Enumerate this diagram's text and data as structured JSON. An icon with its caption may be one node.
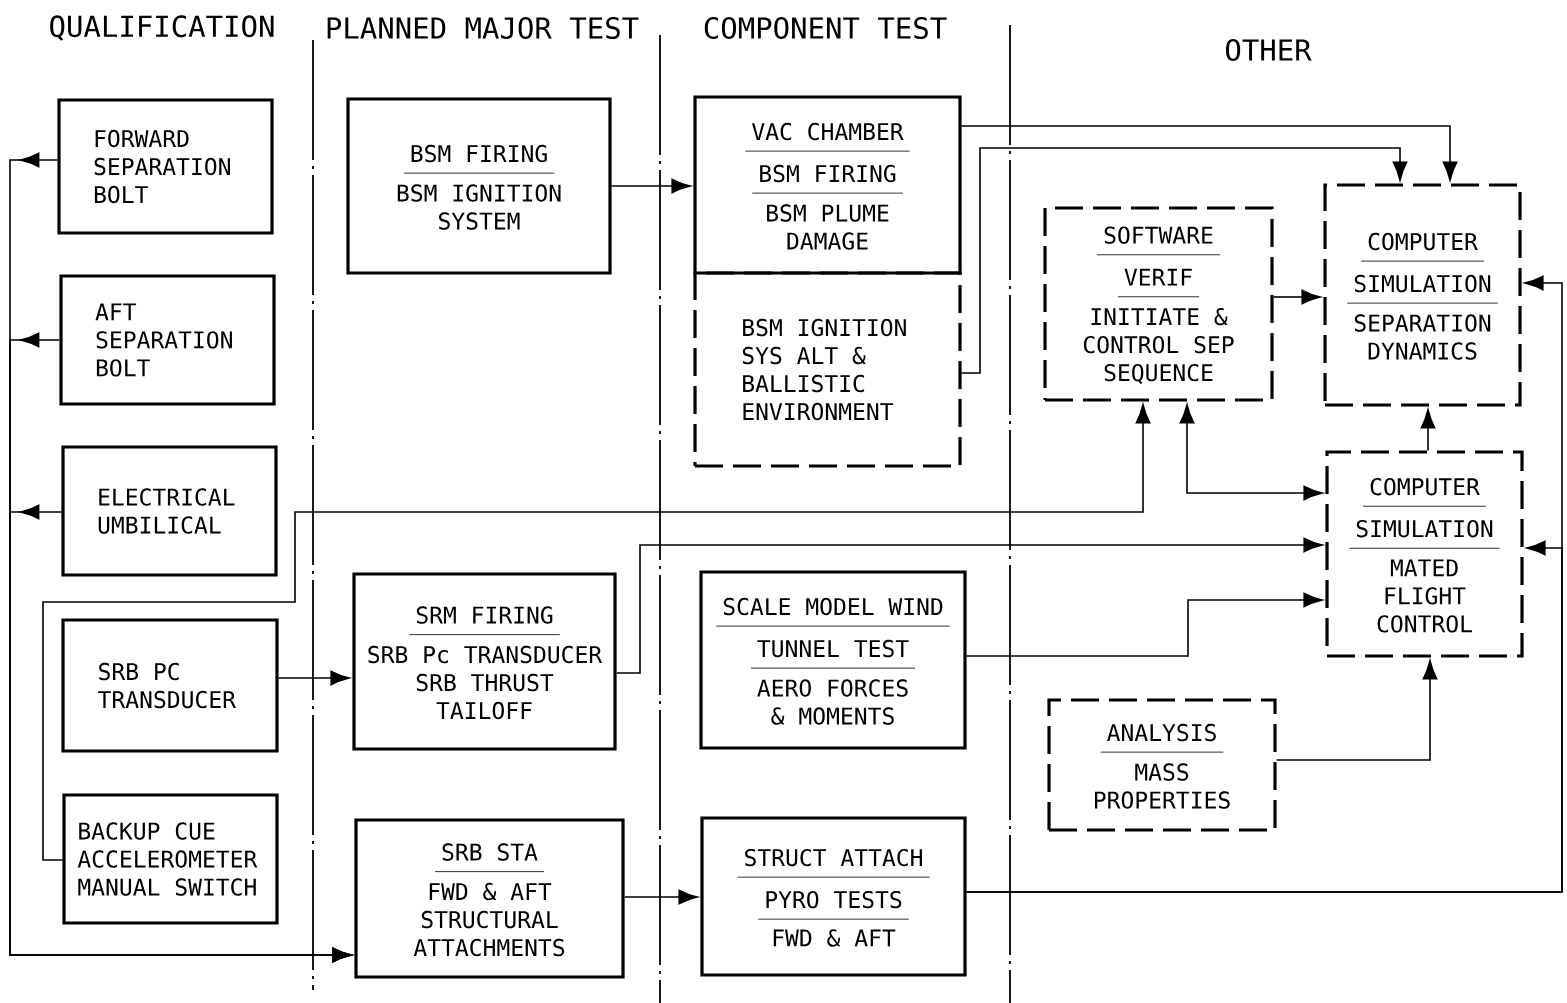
{
  "diagram": {
    "nodes": [
      {
        "text": [
          "FORWARD SEPARATION BOLT"
        ]
      },
      {
        "text": [
          "AFT SEPARATION BOLT"
        ]
      },
      {
        "text": [
          "ELECTRICAL UMBILICAL"
        ]
      },
      {
        "text": [
          "SRB PC TRANSDUCER"
        ]
      },
      {
        "text": [
          "BACKUP CUE ACCELEROMETER MANUAL SWITCH"
        ]
      },
      {
        "text": [
          "BSM FIRING",
          "BSM IGNITION SYSTEM"
        ]
      },
      {
        "text": [
          "SRM FIRING",
          "SRB Pc TRANSDUCER SRB THRUST TAILOFF"
        ]
      },
      {
        "text": [
          "SRB STA",
          "FWD & AFT STRUCTURAL ATTACHMENTS"
        ]
      },
      {
        "text": [
          "VAC CHAMBER",
          "BSM FIRING",
          "BSM PLUME DAMAGE"
        ]
      },
      {
        "text": [
          "BSM IGNITION SYS ALT & BALLISTIC ENVIRONMENT"
        ]
      },
      {
        "text": [
          "SCALE MODEL WIND",
          "TUNNEL TEST",
          "AERO FORCES & MOMENTS"
        ]
      },
      {
        "text": [
          "STRUCT ATTACH",
          "PYRO TESTS",
          "FWD & AFT"
        ]
      },
      {
        "text": [
          "SOFTWARE",
          "VERIF",
          "INITIATE & CONTROL SEP SEQUENCE"
        ]
      },
      {
        "text": [
          "COMPUTER",
          "SIMULATION",
          "SEPARATION DYNAMICS"
        ]
      },
      {
        "text": [
          "COMPUTER",
          "SIMULATION",
          "MATED FLIGHT CONTROL"
        ]
      },
      {
        "text": [
          "ANALYSIS",
          "MASS PROPERTIES"
        ]
      }
    ],
    "edges": [
      {
        "from": 0,
        "to": 7,
        "arrow": "to"
      },
      {
        "from": 1,
        "to": 7,
        "arrow": "to"
      },
      {
        "from": 2,
        "to": 7,
        "arrow": "to"
      },
      {
        "from": 4,
        "to": 12,
        "arrow": "to"
      },
      {
        "from": 3,
        "to": 6,
        "arrow": "to"
      },
      {
        "from": 5,
        "to": 8,
        "arrow": "to"
      },
      {
        "from": 6,
        "to": 14,
        "arrow": "to"
      },
      {
        "from": 7,
        "to": 11,
        "arrow": "to"
      },
      {
        "from": 11,
        "to": 14,
        "arrow": "to"
      },
      {
        "from": 11,
        "to": 13,
        "arrow": "to"
      },
      {
        "from": 10,
        "to": 14,
        "arrow": "to"
      },
      {
        "from": 8,
        "to": 13,
        "arrow": "to"
      },
      {
        "from": 9,
        "to": 13,
        "arrow": "to"
      },
      {
        "from": 12,
        "to": 13,
        "arrow": "to"
      },
      {
        "from": 12,
        "to": 14,
        "arrow": "both"
      },
      {
        "from": 14,
        "to": 13,
        "arrow": "to"
      },
      {
        "from": 15,
        "to": 14,
        "arrow": "to"
      }
    ],
    "labels": [
      "QUALIFICATION",
      "PLANNED MAJOR TEST",
      "COMPONENT TEST",
      "OTHER"
    ]
  }
}
